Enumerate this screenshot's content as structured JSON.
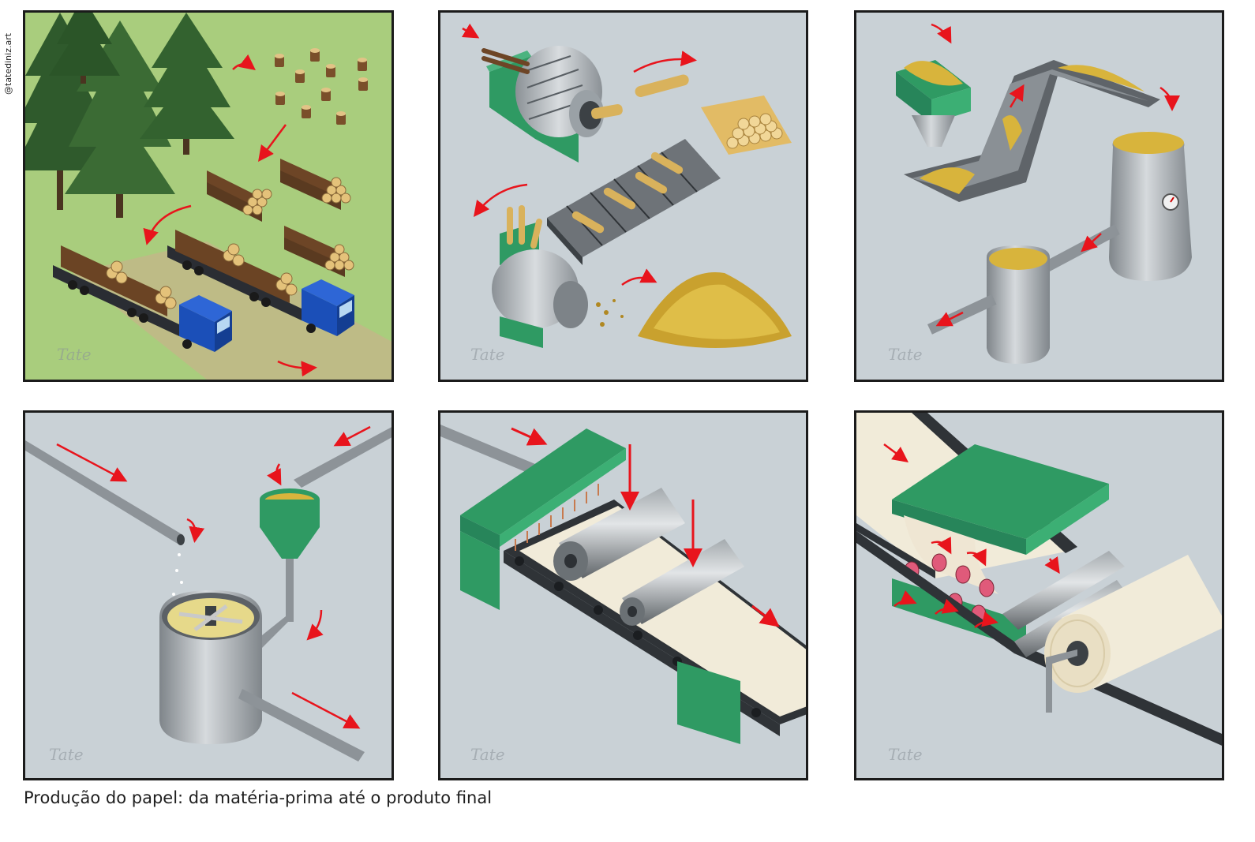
{
  "credit": "@tatediniz.art",
  "caption": "Produção do papel: da matéria-prima até o produto final",
  "signature": "Tate",
  "colors": {
    "arrow": "#e8141c",
    "machine_green": "#2f9a63",
    "grass": "#a9cd7d",
    "floor": "#c9d1d6",
    "truck_blue": "#1b4fb8",
    "wood": "#d9b25c",
    "pulp": "#d8b43c",
    "paper": "#f1ebd9",
    "steel": "#a7adb2"
  },
  "panels": [
    {
      "id": "forest-and-logs",
      "icons": [
        "tree-icon",
        "stump-icon",
        "log-pile-icon",
        "logging-truck-icon"
      ]
    },
    {
      "id": "debarking-and-chipping",
      "icons": [
        "debarker-icon",
        "conveyor-icon",
        "chipper-icon",
        "chip-pile-icon"
      ]
    },
    {
      "id": "cooking-digester",
      "icons": [
        "hopper-icon",
        "inclined-conveyor-icon",
        "digester-tank-icon",
        "pressure-gauge-icon",
        "pulp-tank-icon"
      ]
    },
    {
      "id": "pulp-mixing",
      "icons": [
        "water-pipe-icon",
        "funnel-icon",
        "mixing-tank-icon"
      ]
    },
    {
      "id": "sheet-forming",
      "icons": [
        "headbox-icon",
        "press-roller-icon",
        "conveyor-belt-icon"
      ]
    },
    {
      "id": "drying-and-rolling",
      "icons": [
        "dryer-press-icon",
        "heated-roller-icon",
        "paper-roll-icon"
      ]
    }
  ]
}
